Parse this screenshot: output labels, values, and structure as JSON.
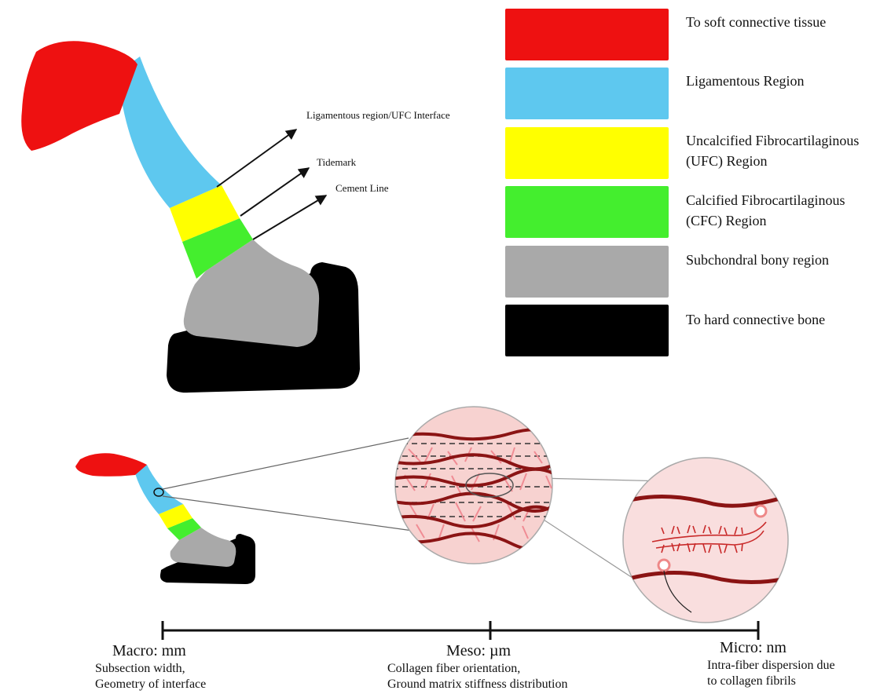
{
  "legend": {
    "items": [
      {
        "label": "To soft connective tissue",
        "color": "#ee1111"
      },
      {
        "label": "Ligamentous Region",
        "color": "#5ec8ef"
      },
      {
        "label": "Uncalcified Fibrocartilaginous\n(UFC) Region",
        "color": "#ffff00"
      },
      {
        "label": "Calcified Fibrocartilaginous\n(CFC) Region",
        "color": "#44ee2e"
      },
      {
        "label": "Subchondral bony region",
        "color": "#a9a9a9"
      },
      {
        "label": "To hard connective bone",
        "color": "#000000"
      }
    ]
  },
  "callouts": {
    "interface": "Ligamentous region/UFC Interface",
    "tidemark": "Tidemark",
    "cement_line": "Cement Line"
  },
  "scales": {
    "macro": {
      "title": "Macro: mm",
      "desc": "Subsection width,\nGeometry of interface"
    },
    "meso": {
      "title": "Meso: µm",
      "desc": "Collagen fiber orientation,\nGround matrix stiffness distribution"
    },
    "micro": {
      "title": "Micro: nm",
      "desc": "Intra-fiber dispersion due\nto collagen fibrils"
    }
  },
  "colors": {
    "fiber": "#8b1414",
    "fiber_light": "#f08c94",
    "meso_bg": "#f7d2d0",
    "micro_bg": "#f9dede"
  }
}
